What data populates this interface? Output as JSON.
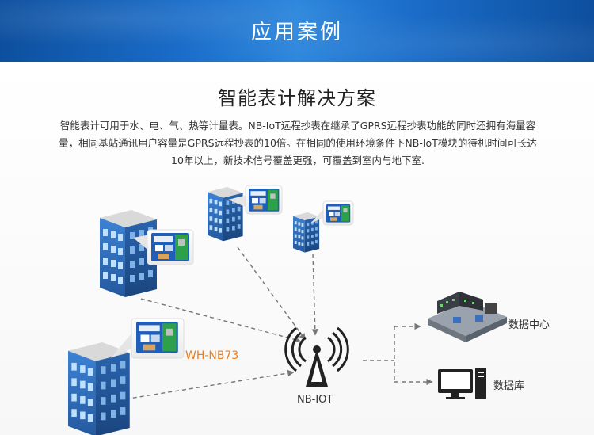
{
  "banner": {
    "title": "应用案例"
  },
  "section": {
    "heading": "智能表计解决方案",
    "description_lines": [
      "智能表计可用于水、电、气、热等计量表。NB-IoT远程抄表在继承了GPRS远程抄表功能的同时还拥有海量容",
      "量，相同基站通讯用户容量是GPRS远程抄表的10倍。在相同的使用环境条件下NB-IoT模块的待机时间可长达",
      "10年以上，新技术信号覆盖更强，可覆盖到室内与地下室."
    ]
  },
  "diagram": {
    "module_label": "WH-NB73",
    "tower_label": "NB-IOT",
    "data_center_label": "数据中心",
    "database_label": "数据库",
    "colors": {
      "module_accent": "#f07d1a",
      "building_blue": "#2f6fc0",
      "arrow_gray": "#777777"
    },
    "icons": [
      "building-icon",
      "nb-module-icon",
      "signal-tower-icon",
      "data-center-icon",
      "computer-icon"
    ]
  }
}
